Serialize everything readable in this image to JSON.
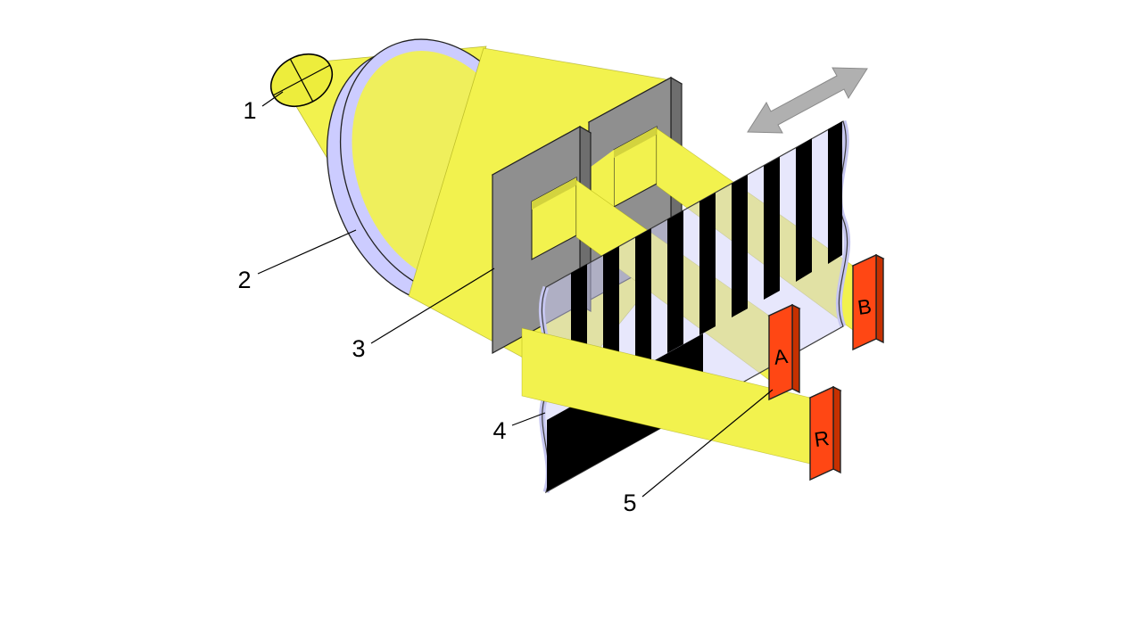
{
  "diagram": {
    "callouts": {
      "n1": "1",
      "n2": "2",
      "n3": "3",
      "n4": "4",
      "n5": "5"
    },
    "detectors": {
      "a": "A",
      "b": "B",
      "r": "R"
    },
    "colors": {
      "light_beam": "#F2F24E",
      "lens_lavender": "#CCCCFF",
      "mask_gray": "#8F8F8F",
      "detector_orange": "#FF4714",
      "stripe_black": "#000000",
      "motion_arrow_gray": "#B0B0B0",
      "background": "#FFFFFF"
    }
  }
}
